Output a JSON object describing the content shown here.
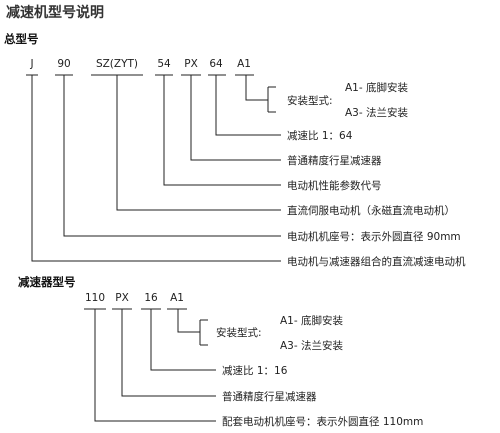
{
  "title": "减速机型号说明",
  "general": {
    "heading": "总型号",
    "codes": [
      "J",
      "90",
      "SZ(ZYT)",
      "54",
      "PX",
      "64",
      "A1"
    ],
    "install_label": "安装型式:",
    "install_opt1": "A1- 底脚安装",
    "install_opt2": "A3- 法兰安装",
    "ratio": "减速比 1：64",
    "reducer": "普通精度行星减速器",
    "perf_code": "电动机性能参数代号",
    "servo": "直流伺服电动机（永磁直流电动机）",
    "frame": "电动机机座号：表示外圆直径 90mm",
    "combo": "电动机与减速器组合的直流减速电动机"
  },
  "reducer_section": {
    "heading": "减速器型号",
    "codes": [
      "110",
      "PX",
      "16",
      "A1"
    ],
    "install_label": "安装型式:",
    "install_opt1": "A1- 底脚安装",
    "install_opt2": "A3- 法兰安装",
    "ratio": "减速比 1：16",
    "reducer": "普通精度行星减速器",
    "frame": "配套电动机机座号：表示外圆直径 110mm"
  }
}
